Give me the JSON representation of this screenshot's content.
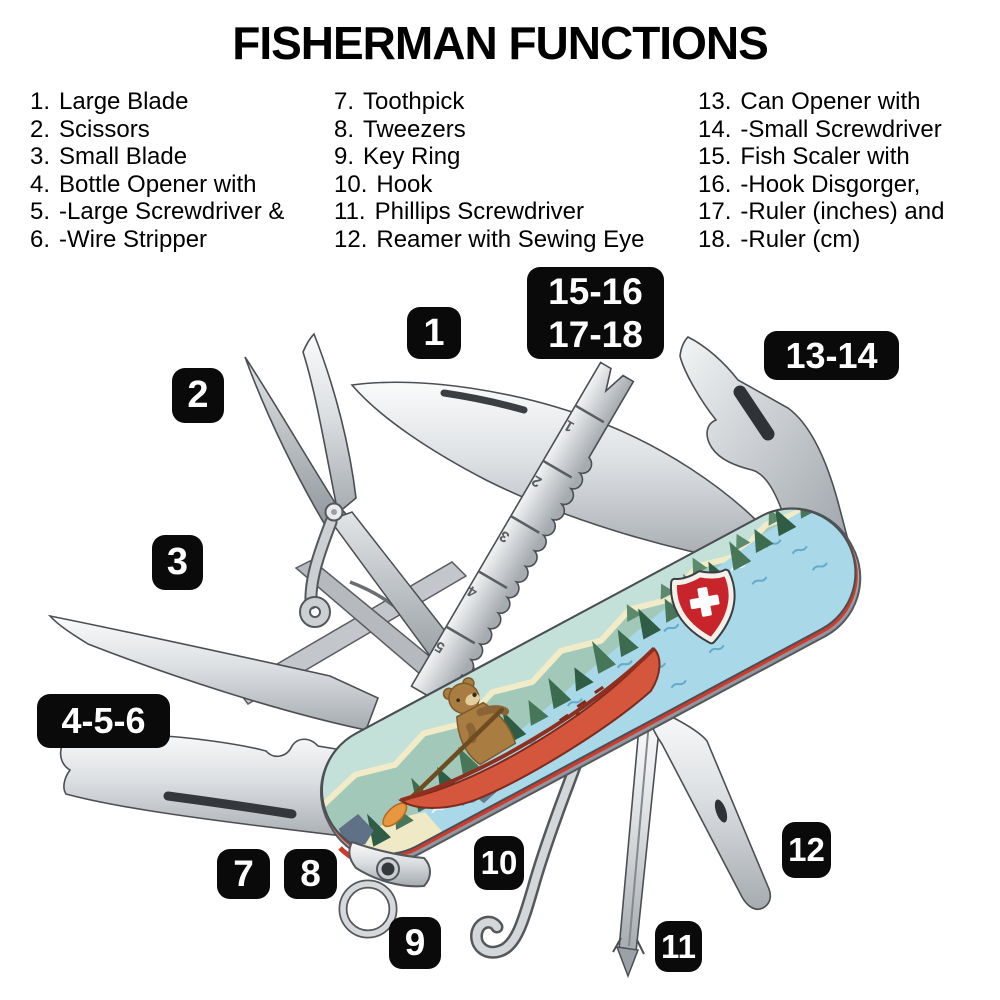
{
  "title": "FISHERMAN FUNCTIONS",
  "legend": {
    "columns": [
      {
        "items": [
          {
            "n": "1.",
            "t": "Large Blade"
          },
          {
            "n": "2.",
            "t": "Scissors"
          },
          {
            "n": "3.",
            "t": "Small Blade"
          },
          {
            "n": "4.",
            "t": "Bottle Opener with"
          },
          {
            "n": "5.",
            "t": "-Large Screwdriver &"
          },
          {
            "n": "6.",
            "t": "-Wire Stripper"
          }
        ]
      },
      {
        "items": [
          {
            "n": "7.",
            "t": "Toothpick"
          },
          {
            "n": "8.",
            "t": "Tweezers"
          },
          {
            "n": "9.",
            "t": "Key Ring"
          },
          {
            "n": "10.",
            "t": "Hook"
          },
          {
            "n": "11.",
            "t": "Phillips Screwdriver"
          },
          {
            "n": "12.",
            "t": "Reamer with Sewing Eye"
          }
        ]
      },
      {
        "items": [
          {
            "n": "13.",
            "t": "Can Opener with"
          },
          {
            "n": "14.",
            "t": "-Small Screwdriver"
          },
          {
            "n": "15.",
            "t": "Fish Scaler with"
          },
          {
            "n": "16.",
            "t": "-Hook Disgorger,"
          },
          {
            "n": "17.",
            "t": "-Ruler (inches) and"
          },
          {
            "n": "18.",
            "t": "-Ruler (cm)"
          }
        ]
      }
    ]
  },
  "badges": {
    "b1": "1",
    "b2": "2",
    "b3": "3",
    "b456": "4-5-6",
    "b7": "7",
    "b8": "8",
    "b9": "9",
    "b10": "10",
    "b11": "11",
    "b12": "12",
    "b1314": "13-14",
    "b1516": "15-16",
    "b1718": "17-18"
  },
  "knife": {
    "ruler_marks": [
      "1",
      "2",
      "3",
      "4",
      "5"
    ],
    "artwork_theme": "bear paddling red canoe on lake with pine forest and mountains",
    "brand_icon": "victorinox-swiss-cross-shield",
    "colors": {
      "badge_bg": "#0a0a0a",
      "badge_text": "#ffffff",
      "scale_mint": "#c3e1d9",
      "mountain_sage": "#a2c8b9",
      "ridge_cream": "#f1ebc8",
      "forest_green": "#3c6b50",
      "water_blue": "#a9d8e8",
      "canoe_red": "#d4573d",
      "bear_brown": "#a97c41",
      "paddle_orange": "#e8963f",
      "shield_red": "#c8242b",
      "liner_red": "#cf3a2e",
      "metal_gray": "#c6cacd"
    }
  }
}
